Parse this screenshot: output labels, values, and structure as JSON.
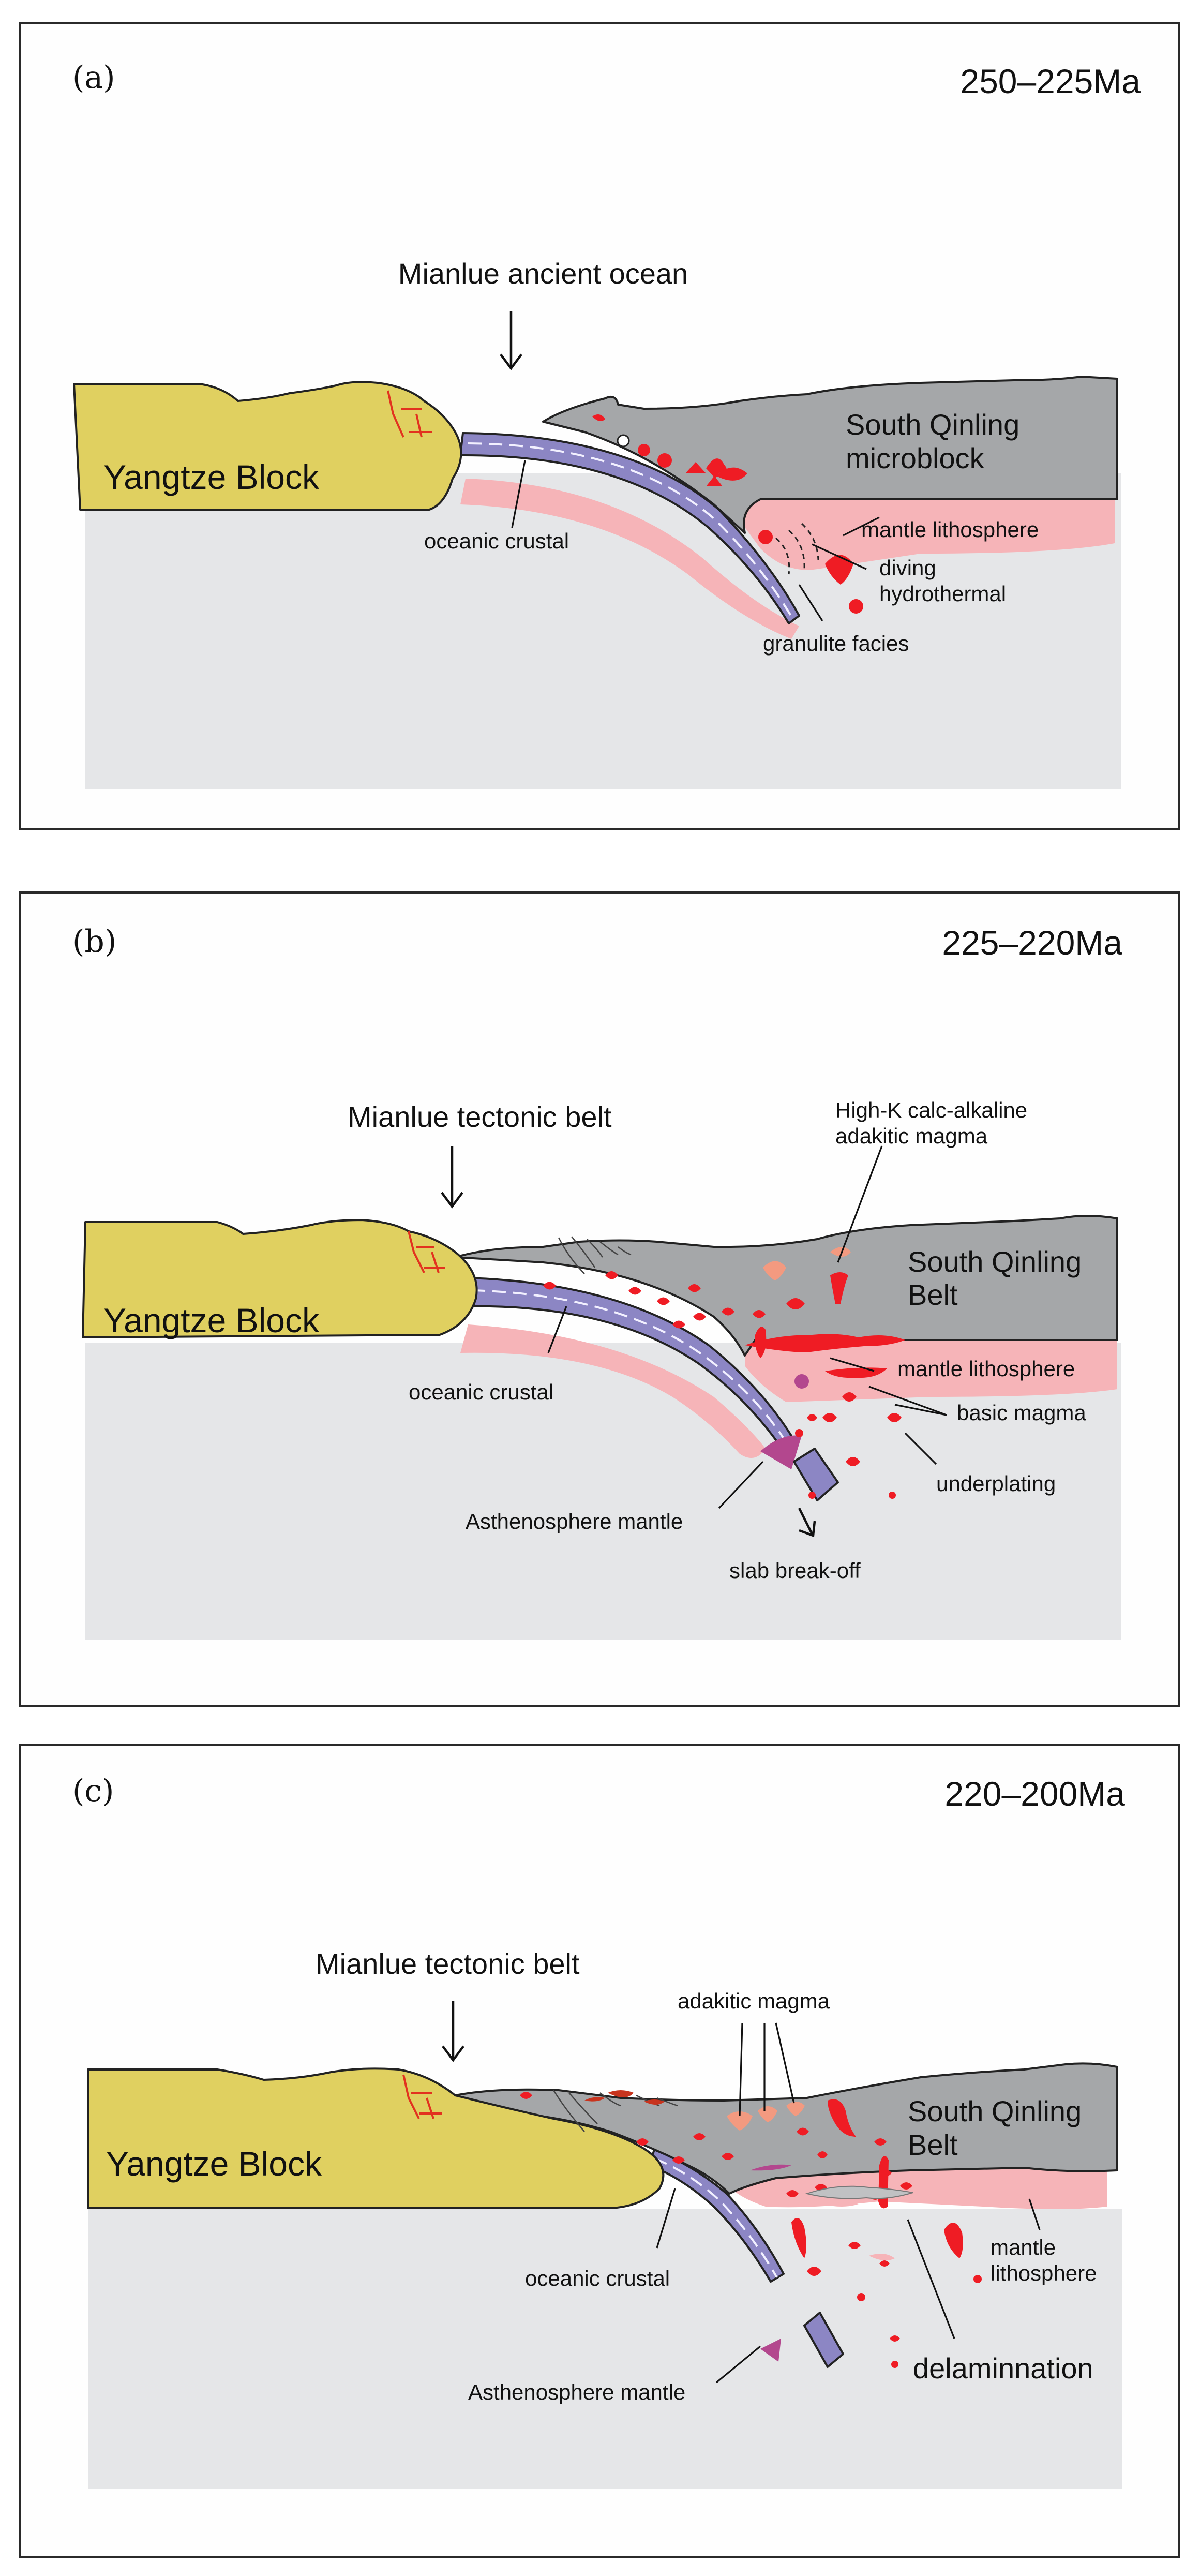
{
  "panels": [
    {
      "id": "a",
      "letter": "(a)",
      "age": "250–225Ma",
      "labels": {
        "ocean": "Mianlue ancient ocean",
        "yangtze": "Yangtze Block",
        "qinling_1": "South Qinling",
        "qinling_2": "microblock",
        "oceanic_crustal": "oceanic crustal",
        "mantle_lithosphere": "mantle lithosphere",
        "diving": "diving",
        "hydrothermal": "hydrothermal",
        "granulite": "granulite facies"
      }
    },
    {
      "id": "b",
      "letter": "(b)",
      "age": "225–220Ma",
      "labels": {
        "belt": "Mianlue tectonic belt",
        "yangtze": "Yangtze Block",
        "qinling_1": "South Qinling",
        "qinling_2": "Belt",
        "highk_1": "High-K calc-alkaline",
        "highk_2": "adakitic magma",
        "oceanic_crustal": "oceanic crustal",
        "mantle_lithosphere": "mantle lithosphere",
        "basic_magma": "basic magma",
        "underplating": "underplating",
        "asthenosphere": "Asthenosphere mantle",
        "slab_breakoff": "slab break-off"
      }
    },
    {
      "id": "c",
      "letter": "(c)",
      "age": "220–200Ma",
      "labels": {
        "belt": "Mianlue tectonic belt",
        "yangtze": "Yangtze Block",
        "qinling_1": "South Qinling",
        "qinling_2": "Belt",
        "adakitic": "adakitic magma",
        "mantle_1": "mantle",
        "mantle_2": "lithosphere",
        "oceanic_crustal": "oceanic crustal",
        "asthenosphere": "Asthenosphere mantle",
        "delamination": "delaminnation"
      }
    }
  ],
  "colors": {
    "yangtze_block": "#e0d060",
    "qinling": "#a5a7a9",
    "oceanic_slab": "#8c86c4",
    "mantle_lithosphere": "#f6b4b8",
    "asthenosphere": "#e5e6e8",
    "magma": "#ef1c24",
    "asthenosphere_mantle_marker": "#b3478e",
    "fault_lines": "#e2321f"
  }
}
